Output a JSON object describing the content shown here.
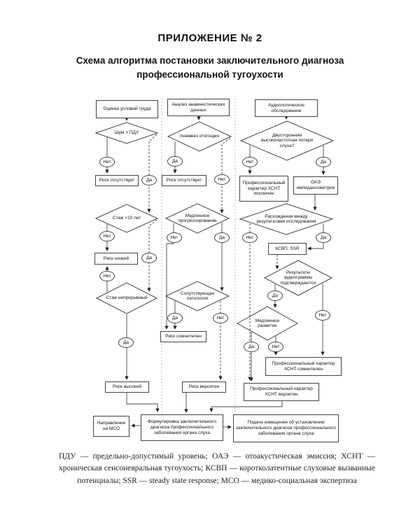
{
  "page": {
    "heading": "ПРИЛОЖЕНИЕ № 2",
    "title": "Схема алгоритма постановки заключительного диагноза профессиональной тугоухости"
  },
  "labels": {
    "yes": "Да",
    "no": "Нет"
  },
  "nodes": {
    "assess_conditions": "Оценка условий труда",
    "noise_pdu": "Шум > ПДУ",
    "risk_absent_l": "Риск отсутствует",
    "experience_10": "Стаж >10 лет",
    "risk_low": "Риск низкий",
    "experience_cont": "Стаж непрерывный",
    "risk_high": "Риск высокий",
    "anamnesis_analysis": "Анализ анамнестических данных",
    "anamnesis_burdened": "Анамнез отягощен",
    "risk_absent_m": "Риск отсутствует",
    "slow_progression": "Медленное прогрессирование",
    "concomitant_pathology": "Сопутствующая патология",
    "risk_doubtful": "Риск сомнителен",
    "risk_probable": "Риск вероятен",
    "audio_exam": "Аудиологическое обследование",
    "bilateral_loss": "Двусторонняя высокочастотная потеря слуха?",
    "prof_excluded": "Профессиональный характер ХСНТ исключен",
    "oae": "ОАЭ импедансометрия",
    "discrepancy": "Расхождения между результатами исследования",
    "ksvp": "КСВП, SSR",
    "audiogram_confirmed": "Результаты аудиограммы подтверждаются",
    "slow_development": "Медленное развитие",
    "prof_doubtful": "Профессиональный характер ХСНТ сомнителен",
    "prof_probable": "Профессиональный характер ХСНТ вероятен",
    "final_diagnosis": "Формулировка заключительного диагноза профессионального заболевания органа слуха",
    "notification": "Подача извещения об установлении заключительного диагноза профессионального заболевания органа слуха",
    "mso_referral": "Направление на МСО"
  },
  "footnote": "ПДУ — предельно-допустимый уровень; ОАЭ — отоакустическая эмиссия; ХСНТ — хроническая сенсоневральная тугоухость; КСВП — коротколатентные слуховые вызванные потенциалы; SSR — steady state response; МСО — медико-социальная экспертиза"
}
